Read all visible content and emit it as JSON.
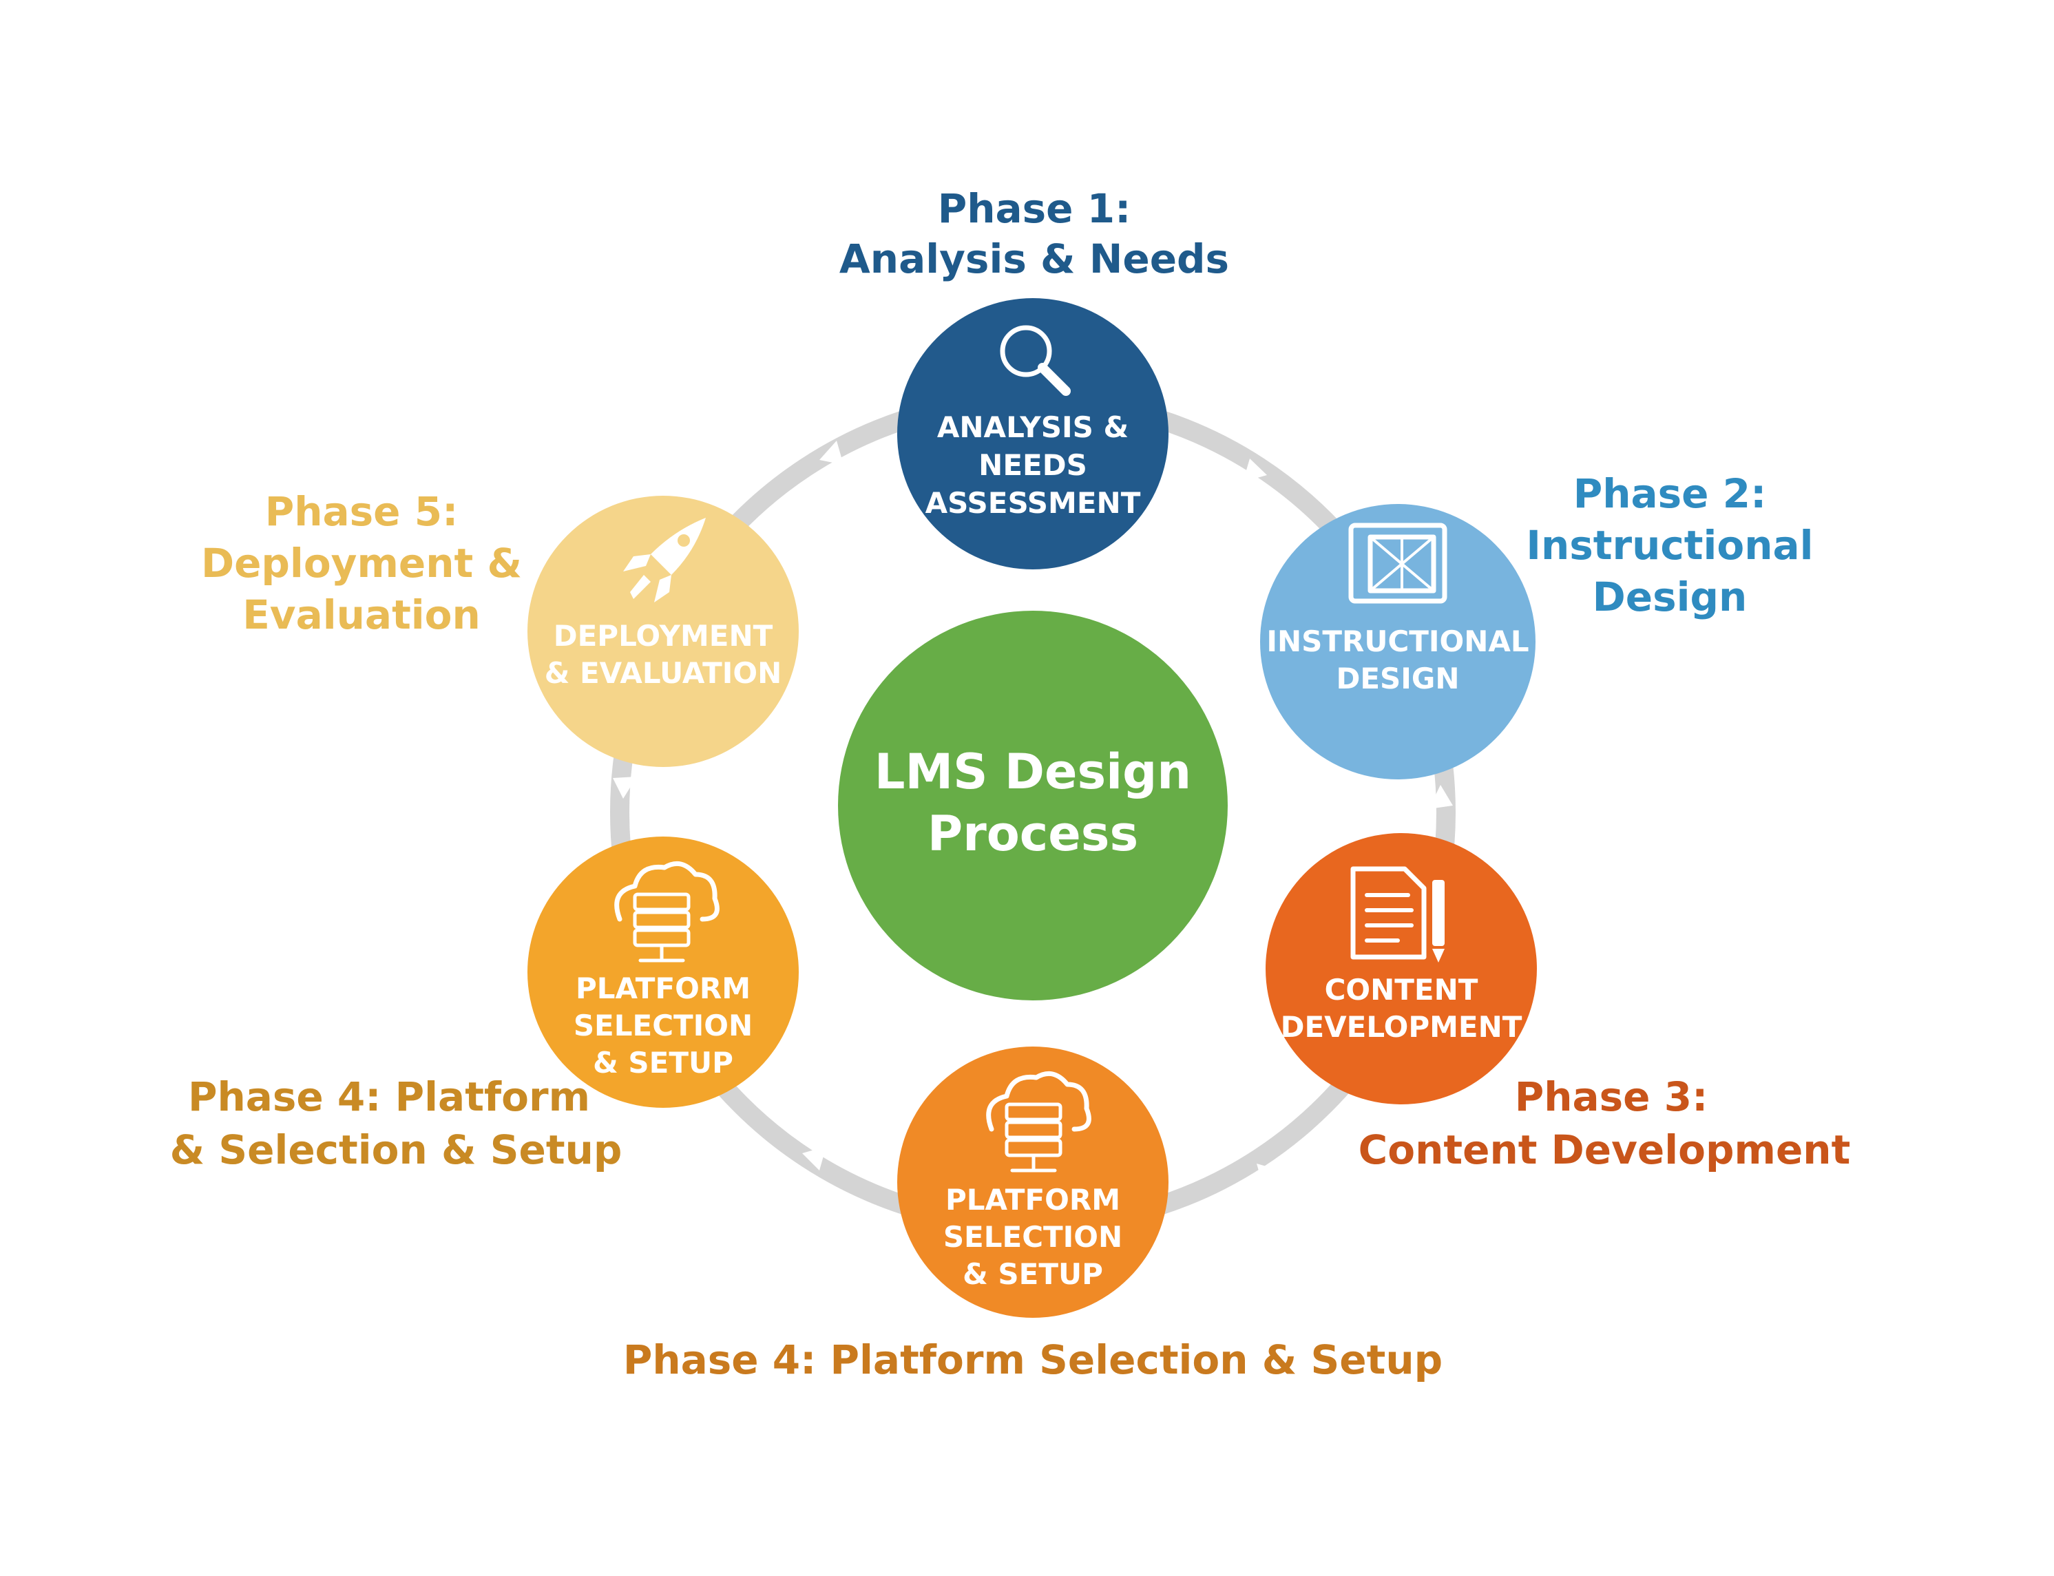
{
  "colors": {
    "phase1": "#1f5a8b",
    "phase1_circle": "#225a8c",
    "phase2": "#2f8bc0",
    "phase2_circle": "#78b4de",
    "phase3": "#c9551a",
    "phase3_circle": "#e8671f",
    "phase4": "#c97a1e",
    "phase4_circle": "#f08a26",
    "phase4_left": "#c98a24",
    "phase4_left_circle": "#f3a52b",
    "phase5": "#e9bb55",
    "phase5_circle": "#f5d58a",
    "center": "#67ad47",
    "ring": "#cfcfcf"
  },
  "center": {
    "line1": "LMS Design",
    "line2": "Process"
  },
  "phases": {
    "p1": {
      "label1": "Phase 1:",
      "label2": "Analysis & Needs",
      "text1": "ANALYSIS &",
      "text2": "NEEDS",
      "text3": "ASSESSMENT",
      "icon": "magnifier-icon"
    },
    "p2": {
      "label1": "Phase 2:",
      "label2": "Instructional",
      "label3": "Design",
      "text1": "INSTRUCTIONAL",
      "text2": "DESIGN",
      "icon": "blueprint-icon"
    },
    "p3": {
      "label1": "Phase 3:",
      "label2": "Content Development",
      "text1": "CONTENT",
      "text2": "DEVELOPMENT",
      "icon": "document-pen-icon"
    },
    "p4_bottom": {
      "label": "Phase 4: Platform Selection & Setup",
      "text1": "PLATFORM",
      "text2": "SELECTION",
      "text3": "& SETUP",
      "icon": "cloud-server-icon"
    },
    "p4_left": {
      "label1": "Phase 4: Platform",
      "label2": "& Selection & Setup",
      "text1": "PLATFORM",
      "text2": "SELECTION",
      "text3": "& SETUP",
      "icon": "cloud-server-icon"
    },
    "p5": {
      "label1": "Phase 5:",
      "label2": "Deployment &",
      "label3": "Evaluation",
      "text1": "DEPLOYMENT",
      "text2": "& EVALUATION",
      "icon": "rocket-icon"
    }
  }
}
